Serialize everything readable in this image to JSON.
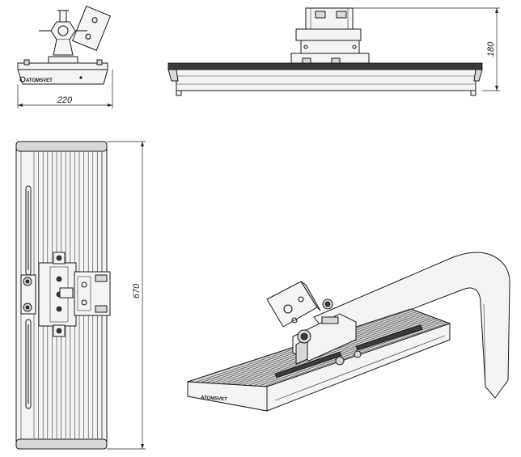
{
  "dimensions": {
    "width": "220",
    "height": "180",
    "length": "670"
  },
  "brand": {
    "logo": "ATOMSVET"
  }
}
